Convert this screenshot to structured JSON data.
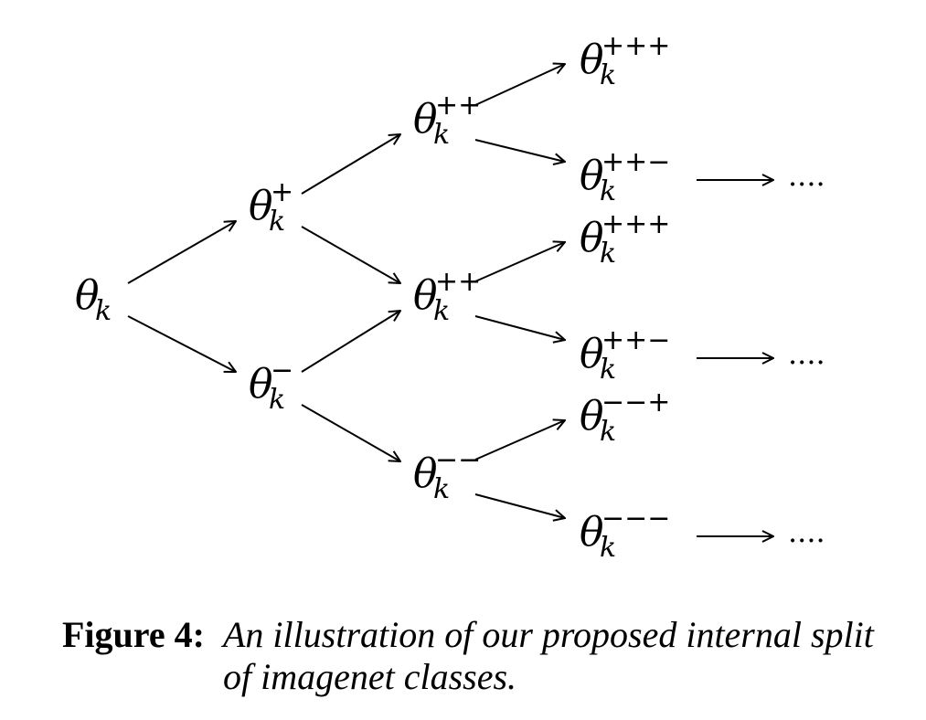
{
  "diagram": {
    "base_symbol": "θ",
    "subscript": "k",
    "continuation": "....",
    "nodes": [
      {
        "id": "root",
        "sup": ""
      },
      {
        "id": "p",
        "sup": "+"
      },
      {
        "id": "m",
        "sup": "−"
      },
      {
        "id": "pp1",
        "sup": "++"
      },
      {
        "id": "pp2",
        "sup": "++"
      },
      {
        "id": "mm",
        "sup": "−−"
      },
      {
        "id": "ppp1",
        "sup": "+++"
      },
      {
        "id": "ppm1",
        "sup": "++−"
      },
      {
        "id": "ppp2",
        "sup": "+++"
      },
      {
        "id": "ppm2",
        "sup": "++−"
      },
      {
        "id": "mmp",
        "sup": "−−+"
      },
      {
        "id": "mmm",
        "sup": "−−−"
      }
    ],
    "edges": [
      [
        "root",
        "p"
      ],
      [
        "root",
        "m"
      ],
      [
        "p",
        "pp1"
      ],
      [
        "p",
        "pp2"
      ],
      [
        "m",
        "pp2"
      ],
      [
        "m",
        "mm"
      ],
      [
        "pp1",
        "ppp1"
      ],
      [
        "pp1",
        "ppm1"
      ],
      [
        "pp2",
        "ppp2"
      ],
      [
        "pp2",
        "ppm2"
      ],
      [
        "mm",
        "mmp"
      ],
      [
        "mm",
        "mmm"
      ]
    ],
    "continued_nodes": [
      "ppm1",
      "ppm2",
      "mmm"
    ]
  },
  "caption": {
    "label": "Figure 4:",
    "text": "An illustration of our proposed internal split of imagenet classes."
  }
}
